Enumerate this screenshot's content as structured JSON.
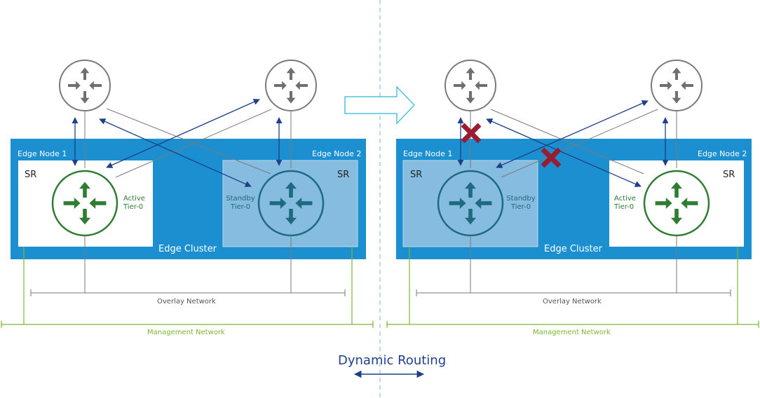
{
  "left_panel": {
    "node1": {
      "title": "Edge Node 1",
      "sr": "SR",
      "state": [
        "Active",
        "Tier-0"
      ]
    },
    "node2": {
      "title": "Edge Node 2",
      "sr": "SR",
      "state": [
        "Standby",
        "Tier-0"
      ]
    },
    "cluster_label": "Edge Cluster",
    "overlay_label": "Overlay Network",
    "management_label": "Management Network"
  },
  "right_panel": {
    "node1": {
      "title": "Edge Node 1",
      "sr": "SR",
      "state": [
        "Standby",
        "Tier-0"
      ]
    },
    "node2": {
      "title": "Edge Node 2",
      "sr": "SR",
      "state": [
        "Active",
        "Tier-0"
      ]
    },
    "cluster_label": "Edge Cluster",
    "overlay_label": "Overlay Network",
    "management_label": "Management Network"
  },
  "legend": {
    "title": "Dynamic Routing"
  },
  "colors": {
    "cluster_blue": "#1b8fcf",
    "standby_fill": "#86bcdf",
    "active_green": "#2e7d32",
    "standby_teal": "#1e6a80",
    "routing_arrow": "#1e3f8a",
    "management_green": "#7cb82f",
    "failure_x": "#9b1b30",
    "divider": "#9fd0ea"
  },
  "icons": {
    "physical_router": "router-icon",
    "tier0_router": "tier0-router-icon",
    "failure": "x-mark-icon",
    "transition": "outline-arrow-icon"
  }
}
